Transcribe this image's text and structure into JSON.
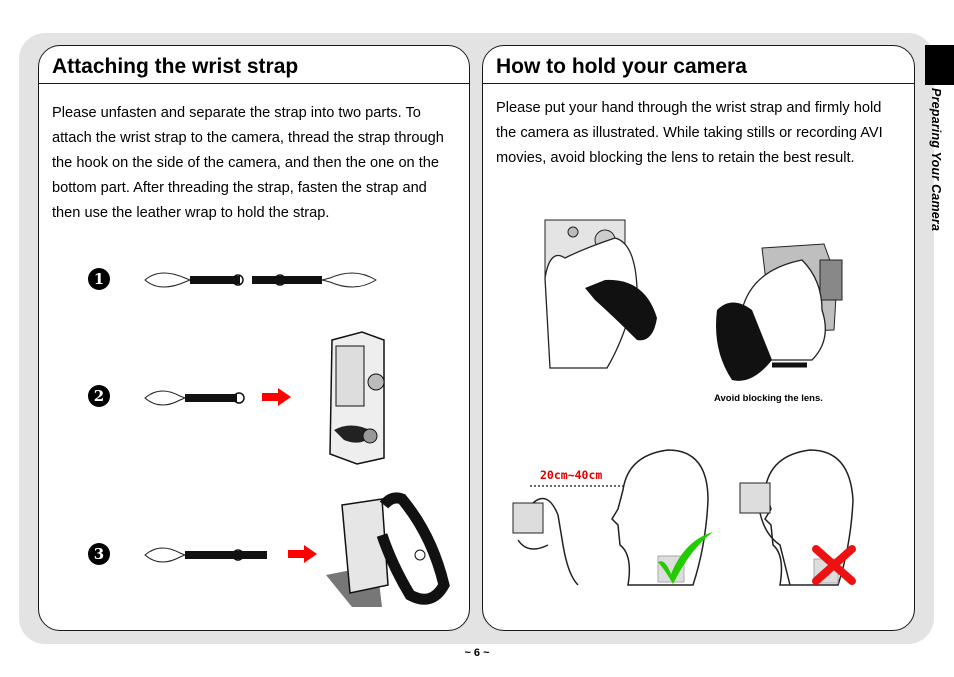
{
  "side_label": "Preparing Your Camera",
  "page_number": "~ 6 ~",
  "left": {
    "title": "Attaching the wrist strap",
    "body": "Please unfasten and separate the strap into two parts. To attach the wrist strap to the camera, thread the strap through the hook on the side of the camera, and then the one on the bottom part. After threading the strap, fasten the strap and then use the leather wrap to hold the strap.",
    "steps": [
      "1",
      "2",
      "3"
    ]
  },
  "right": {
    "title": "How to hold your camera",
    "body": "Please put your hand through the wrist strap and firmly hold the camera as illustrated. While taking stills or recording AVI movies, avoid blocking the lens to retain the best result.",
    "caption": "Avoid blocking the lens.",
    "distance": "20cm~40cm"
  },
  "colors": {
    "panel": "#e3e3e3",
    "arrow": "#ff0000",
    "check": "#22cc00",
    "cross": "#ee1111"
  }
}
